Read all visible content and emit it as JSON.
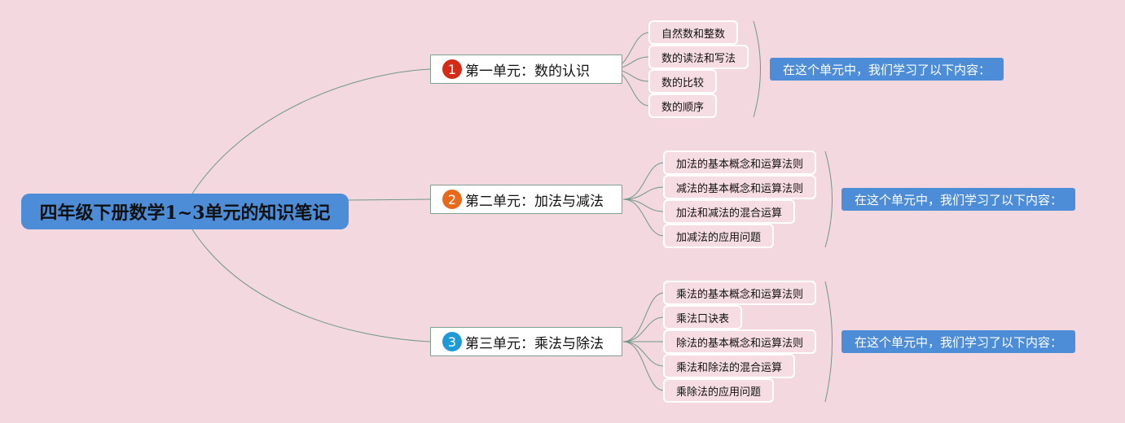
{
  "mindmap": {
    "root": "四年级下册数学1~3单元的知识笔记",
    "colors": {
      "background": "#f4d8df",
      "root_fill": "#4d8dd8",
      "note_fill": "#4d8dd8",
      "connector": "#6f9886",
      "badge_1": "#d42a17",
      "badge_2": "#e8681c",
      "badge_3": "#1e9ad6"
    },
    "units": [
      {
        "badge": "1",
        "title": "第一单元：数的认识",
        "note": "在这个单元中，我们学习了以下内容：",
        "topics": [
          "自然数和整数",
          "数的读法和写法",
          "数的比较",
          "数的顺序"
        ]
      },
      {
        "badge": "2",
        "title": "第二单元：加法与减法",
        "note": "在这个单元中，我们学习了以下内容：",
        "topics": [
          "加法的基本概念和运算法则",
          "减法的基本概念和运算法则",
          "加法和减法的混合运算",
          "加减法的应用问题"
        ]
      },
      {
        "badge": "3",
        "title": "第三单元：乘法与除法",
        "note": "在这个单元中，我们学习了以下内容：",
        "topics": [
          "乘法的基本概念和运算法则",
          "乘法口诀表",
          "除法的基本概念和运算法则",
          "乘法和除法的混合运算",
          "乘除法的应用问题"
        ]
      }
    ]
  }
}
